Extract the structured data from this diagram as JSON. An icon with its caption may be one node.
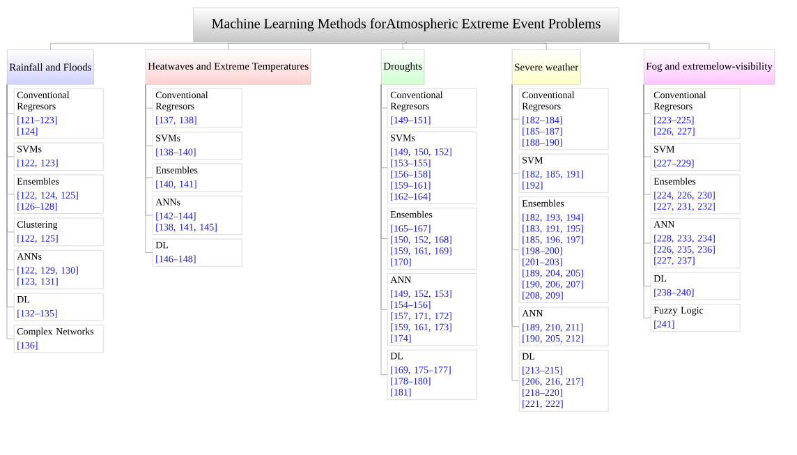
{
  "diagram": {
    "nodes": [
      {
        "text": [
          "Machine Learning Methods forAtmospheric Extreme Event Problems"
        ]
      },
      {
        "text": [
          "Rainfall and Floods"
        ]
      },
      {
        "text": [
          "Heatwaves and Extreme Temperatures"
        ]
      },
      {
        "text": [
          "Droughts"
        ]
      },
      {
        "text": [
          "Severe weather"
        ]
      },
      {
        "text": [
          "Fog and extremelow-visibility"
        ]
      },
      {
        "text": [
          "Conventional Regresors",
          "[121–123]",
          "[124]"
        ]
      },
      {
        "text": [
          "SVMs",
          "[122, 123]"
        ]
      },
      {
        "text": [
          "Ensembles",
          "[122, 124, 125]",
          "[126–128]"
        ]
      },
      {
        "text": [
          "Clustering",
          "[122, 125]"
        ]
      },
      {
        "text": [
          "ANNs",
          "[122, 129, 130]",
          "[123, 131]"
        ]
      },
      {
        "text": [
          "DL",
          "[132–135]"
        ]
      },
      {
        "text": [
          "Complex Networks",
          "[136]"
        ]
      },
      {
        "text": [
          "Conventional Regresors",
          "[137, 138]"
        ]
      },
      {
        "text": [
          "SVMs",
          "[138–140]"
        ]
      },
      {
        "text": [
          "Ensembles",
          "[140, 141]"
        ]
      },
      {
        "text": [
          "ANNs",
          "[142–144]",
          "[138, 141, 145]"
        ]
      },
      {
        "text": [
          "DL",
          "[146–148]"
        ]
      },
      {
        "text": [
          "Conventional Regresors",
          "[149–151]"
        ]
      },
      {
        "text": [
          "SVMs",
          "[149, 150, 152]",
          "[153–155]",
          "[156–158]",
          "[159–161]",
          "[162–164]"
        ]
      },
      {
        "text": [
          "Ensembles",
          "[165–167]",
          "[150, 152, 168]",
          "[159, 161, 169]",
          "[170]"
        ]
      },
      {
        "text": [
          "ANN",
          "[149, 152, 153]",
          "[154–156]",
          "[157, 171, 172]",
          "[159, 161, 173]",
          "[174]"
        ]
      },
      {
        "text": [
          "DL",
          "[169, 175–177]",
          "[178–180]",
          "[181]"
        ]
      },
      {
        "text": [
          "Conventional Regresors",
          "[182–184]",
          "[185–187]",
          "[188–190]"
        ]
      },
      {
        "text": [
          "SVM",
          "[182, 185, 191]",
          "[192]"
        ]
      },
      {
        "text": [
          "Ensembles",
          "[182, 193, 194]",
          "[183, 191, 195]",
          "[185, 196, 197]",
          "[198–200]",
          "[201–203]",
          "[189, 204, 205]",
          "[190, 206, 207]",
          "[208, 209]"
        ]
      },
      {
        "text": [
          "ANN",
          "[189, 210, 211]",
          "[190, 205, 212]"
        ]
      },
      {
        "text": [
          "DL",
          "[213–215]",
          "[206, 216, 217]",
          "[218–220]",
          "[221, 222]"
        ]
      },
      {
        "text": [
          "Conventional Regresors",
          "[223–225]",
          "[226, 227]"
        ]
      },
      {
        "text": [
          "SVM",
          "[227–229]"
        ]
      },
      {
        "text": [
          "Ensembles",
          "[224, 226, 230]",
          "[227, 231, 232]"
        ]
      },
      {
        "text": [
          "ANN",
          "[228, 233, 234]",
          "[226, 235, 236]",
          "[227, 237]"
        ]
      },
      {
        "text": [
          "DL",
          "[238–240]"
        ]
      },
      {
        "text": [
          "Fuzzy Logic",
          "[241]"
        ]
      }
    ],
    "edges": [
      {
        "from": 0,
        "to": 1,
        "arrow": "none"
      },
      {
        "from": 0,
        "to": 2,
        "arrow": "none"
      },
      {
        "from": 0,
        "to": 3,
        "arrow": "none"
      },
      {
        "from": 0,
        "to": 4,
        "arrow": "none"
      },
      {
        "from": 0,
        "to": 5,
        "arrow": "none"
      },
      {
        "from": 1,
        "to": 6,
        "arrow": "none"
      },
      {
        "from": 1,
        "to": 7,
        "arrow": "none"
      },
      {
        "from": 1,
        "to": 8,
        "arrow": "none"
      },
      {
        "from": 1,
        "to": 9,
        "arrow": "none"
      },
      {
        "from": 1,
        "to": 10,
        "arrow": "none"
      },
      {
        "from": 1,
        "to": 11,
        "arrow": "none"
      },
      {
        "from": 1,
        "to": 12,
        "arrow": "none"
      },
      {
        "from": 2,
        "to": 13,
        "arrow": "none"
      },
      {
        "from": 2,
        "to": 14,
        "arrow": "none"
      },
      {
        "from": 2,
        "to": 15,
        "arrow": "none"
      },
      {
        "from": 2,
        "to": 16,
        "arrow": "none"
      },
      {
        "from": 2,
        "to": 17,
        "arrow": "none"
      },
      {
        "from": 3,
        "to": 18,
        "arrow": "none"
      },
      {
        "from": 3,
        "to": 19,
        "arrow": "none"
      },
      {
        "from": 3,
        "to": 20,
        "arrow": "none"
      },
      {
        "from": 3,
        "to": 21,
        "arrow": "none"
      },
      {
        "from": 3,
        "to": 22,
        "arrow": "none"
      },
      {
        "from": 4,
        "to": 23,
        "arrow": "none"
      },
      {
        "from": 4,
        "to": 24,
        "arrow": "none"
      },
      {
        "from": 4,
        "to": 25,
        "arrow": "none"
      },
      {
        "from": 4,
        "to": 26,
        "arrow": "none"
      },
      {
        "from": 4,
        "to": 27,
        "arrow": "none"
      },
      {
        "from": 5,
        "to": 28,
        "arrow": "none"
      },
      {
        "from": 5,
        "to": 29,
        "arrow": "none"
      },
      {
        "from": 5,
        "to": 30,
        "arrow": "none"
      },
      {
        "from": 5,
        "to": 31,
        "arrow": "none"
      },
      {
        "from": 5,
        "to": 32,
        "arrow": "none"
      },
      {
        "from": 5,
        "to": 33,
        "arrow": "none"
      }
    ]
  }
}
